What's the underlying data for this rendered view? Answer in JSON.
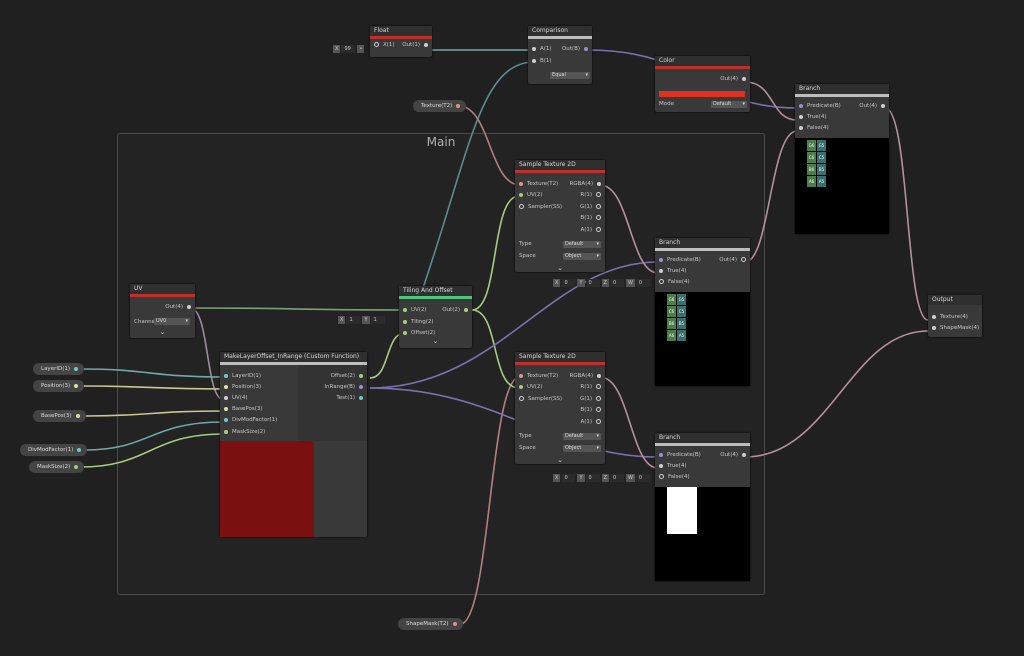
{
  "group": {
    "title": "Main"
  },
  "nodes": {
    "float": {
      "title": "Float",
      "in": "X(1)",
      "out": "Out(1)",
      "x_label": "X",
      "x_value": "99"
    },
    "comparison": {
      "title": "Comparison",
      "in_a": "A(1)",
      "in_b": "B(1)",
      "out": "Out(B)",
      "mode": "Equal"
    },
    "color": {
      "title": "Color",
      "out": "Out(4)",
      "mode_label": "Mode",
      "mode_value": "Default",
      "swatch": "#e03020"
    },
    "branch_top": {
      "title": "Branch",
      "p": "Predicate(B)",
      "t": "True(4)",
      "f": "False(4)",
      "out": "Out(4)"
    },
    "sample1": {
      "title": "Sample Texture 2D",
      "in_tex": "Texture(T2)",
      "in_uv": "UV(2)",
      "in_ss": "Sampler(SS)",
      "out_rgba": "RGBA(4)",
      "out_r": "R(1)",
      "out_g": "G(1)",
      "out_b": "B(1)",
      "out_a": "A(1)",
      "type_label": "Type",
      "type_value": "Default",
      "space_label": "Space",
      "space_value": "Object"
    },
    "sample2": {
      "title": "Sample Texture 2D",
      "in_tex": "Texture(T2)",
      "in_uv": "UV(2)",
      "in_ss": "Sampler(SS)",
      "out_rgba": "RGBA(4)",
      "out_r": "R(1)",
      "out_g": "G(1)",
      "out_b": "B(1)",
      "out_a": "A(1)",
      "type_label": "Type",
      "type_value": "Default",
      "space_label": "Space",
      "space_value": "Object"
    },
    "branch_mid": {
      "title": "Branch",
      "p": "Predicate(B)",
      "t": "True(4)",
      "f": "False(4)",
      "out": "Out(4)"
    },
    "branch_bot": {
      "title": "Branch",
      "p": "Predicate(B)",
      "t": "True(4)",
      "f": "False(4)",
      "out": "Out(4)"
    },
    "uv": {
      "title": "UV",
      "out": "Out(4)",
      "channel_label": "Channe",
      "channel_value": "UV0"
    },
    "tiling": {
      "title": "Tiling And Offset",
      "in_uv": "UV(2)",
      "in_tiling": "Tiling(2)",
      "in_offset": "Offset(2)",
      "out": "Out(2)"
    },
    "custom": {
      "title": "MakeLayerOffset_InRange (Custom Function)",
      "i1": "LayerID(1)",
      "i2": "Position(3)",
      "i3": "UV(4)",
      "i4": "BasePos(3)",
      "i5": "DivModFactor(1)",
      "i6": "MaskSize(2)",
      "o1": "Offset(2)",
      "o2": "InRange(B)",
      "o3": "Test(1)"
    },
    "output": {
      "title": "Output",
      "i1": "Texture(4)",
      "i2": "ShapeMask(4)"
    }
  },
  "properties": {
    "texture": "Texture(T2)",
    "shapemask": "ShapeMask(T2)",
    "layerid": "LayerID(1)",
    "position": "Position(3)",
    "basepos": "BasePos(3)",
    "divmod": "DivModFactor(1)",
    "masksize": "MaskSize(2)"
  },
  "inline_values": {
    "tiling": {
      "x_label": "X",
      "x": "1",
      "y_label": "Y",
      "y": "1"
    },
    "uv1": {
      "x_label": "X",
      "x": "0",
      "y_label": "Y",
      "y": "0",
      "z_label": "Z",
      "z": "0",
      "w_label": "W",
      "w": "0"
    },
    "uv2": {
      "x_label": "X",
      "x": "0",
      "y_label": "Y",
      "y": "0",
      "z_label": "Z",
      "z": "0",
      "w_label": "W",
      "w": "0"
    }
  },
  "preview_cells": {
    "c0": "G6",
    "c1": "C6",
    "c2": "B6",
    "c3": "A6",
    "c4": "G5",
    "c5": "C5",
    "c6": "B5",
    "c7": "A5"
  },
  "colors": {
    "red": "#c0302a",
    "green": "#4fc77a",
    "grey": "#bdbdbd",
    "darkred": "#7a1010"
  }
}
